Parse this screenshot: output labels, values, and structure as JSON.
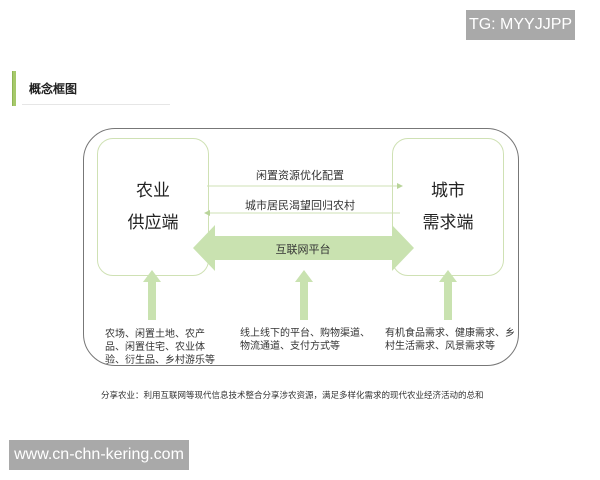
{
  "watermarks": {
    "top": "TG: MYYJJPP",
    "bottom": "www.cn-chn-kering.com"
  },
  "section": {
    "title": "概念框图",
    "accent_color": "#a6c96a"
  },
  "diagram": {
    "left_node": {
      "line1": "农业",
      "line2": "供应端"
    },
    "right_node": {
      "line1": "城市",
      "line2": "需求端"
    },
    "flows": [
      {
        "label": "闲置资源优化配置",
        "direction": "left-to-right"
      },
      {
        "label": "城市居民渴望回归农村",
        "direction": "right-to-left"
      }
    ],
    "platform": {
      "label": "互联网平台",
      "direction": "bidirectional",
      "color": "#c9e2b0"
    },
    "inputs": [
      {
        "text": "农场、闲置土地、农产品、闲置住宅、农业体验、衍生品、乡村游乐等"
      },
      {
        "text": "线上线下的平台、购物渠道、物流通道、支付方式等"
      },
      {
        "text": "有机食品需求、健康需求、乡村生活需求、风景需求等"
      }
    ],
    "arrow_color": "#c9e2b0",
    "border_color": "#cfe1b4"
  },
  "caption": "分享农业：利用互联网等现代信息技术整合分享涉农资源，满足多样化需求的现代农业经济活动的总和"
}
